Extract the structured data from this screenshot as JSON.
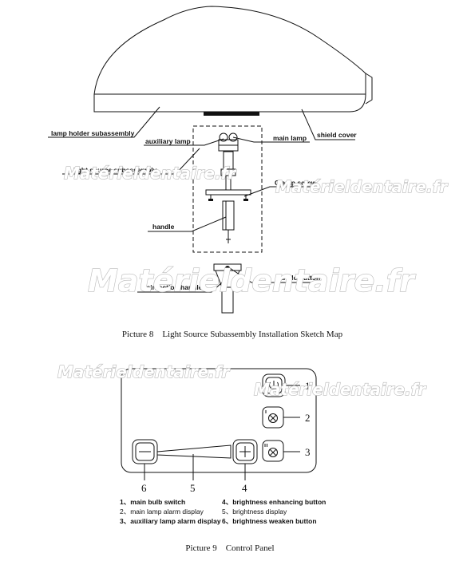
{
  "figure8": {
    "labels": {
      "lamp_holder": "lamp holder subassembly",
      "auxiliary_lamp": "auxiliary lamp",
      "main_lamp": "main lamp",
      "shield_cover": "shield cover",
      "light_source": "light source subassembly",
      "clamp_screw": "Clamp screw",
      "handle": "handle",
      "handle_button": "handle button",
      "disinfection_handle": "disinfection handle"
    },
    "caption": "Picture 8    Light Source Subassembly Installation Sketch Map"
  },
  "figure9": {
    "callout_numbers": [
      "1",
      "2",
      "3",
      "4",
      "5",
      "6"
    ],
    "legend": {
      "left": [
        "1、main bulb switch",
        "2、main lamp alarm display",
        "3、auxiliary lamp alarm display"
      ],
      "right": [
        "4、brightness enhancing button",
        "5、brightness display",
        "6、brightness weaken button"
      ]
    },
    "caption": "Picture 9    Control Panel"
  },
  "watermark": "Matérieldentaire.fr"
}
